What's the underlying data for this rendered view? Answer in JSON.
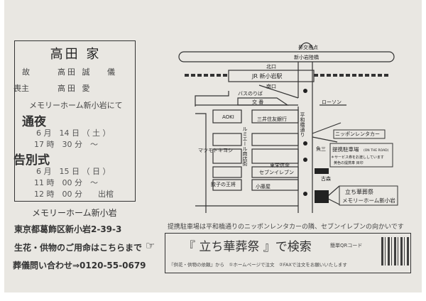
{
  "family": {
    "title": "高田 家"
  },
  "deceased": {
    "label": "故",
    "name": "高田 誠",
    "suffix": "儀"
  },
  "chief_mourner": {
    "label": "喪主",
    "name": "高田 愛"
  },
  "venue_note": "メモリーホーム新小岩にて",
  "wake": {
    "heading": "通夜",
    "date": "6 月　14 日 （ 土 ）",
    "time": "17 時　30 分　～"
  },
  "funeral": {
    "heading": "告別式",
    "date": "6 月　15 日 （ 日 ）",
    "time": "11 時　00 分　～",
    "departure": "12 時　00 分　　出棺"
  },
  "hall": {
    "name": "メモリーホーム新小岩",
    "address": "東京都葛飾区新小岩2-39-3"
  },
  "flowers_note": "生花・供物のご用命はこちらまで",
  "pointer_icon": "hand-pointer-icon",
  "inquiry": "葬儀問い合わせ⇒0120-55-0679",
  "map": {
    "intersection": "昇交差点",
    "overpass": "新小岩陸橋",
    "north_exit": "北口",
    "station": "JR 新小岩駅",
    "south_exit": "南口",
    "bus": "バスのりば",
    "koban": "交 番",
    "lawson": "ローソン",
    "aoki": "AOKI",
    "smbc": "三井住友銀行",
    "street_heiwa": "平和橋通り",
    "street_lumiere": "ルミエール商店街",
    "rental": "ニッポンレンタカー",
    "uosan": "魚三",
    "parking_title": "提携駐車場",
    "parking_sub": "(ON THE ROAD)",
    "parking_note1": "＊サービス券をお渡ししています",
    "parking_note2": "黄色の提携車 目印",
    "matsumoto": "マツモトキヨシ",
    "toei": "東栄信金",
    "seven": "セブンイレブン",
    "furumori": "古森",
    "gyoza": "餃子の王将",
    "kofuji": "小藤屋",
    "venue1": "立ち華葬祭",
    "venue2": "メモリーホーム新小岩"
  },
  "parking_info": "提携駐車場は平和橋通りのニッポンレンタカーの隣、セブンイレブンの向かいです",
  "search": {
    "text": "『 立ち華葬祭 』で検索",
    "qr_label": "簡単QRコード",
    "order_note": "『供花・供物の依頼』から　①ホームページで注文　②FAXで注文をお願いいたします"
  }
}
